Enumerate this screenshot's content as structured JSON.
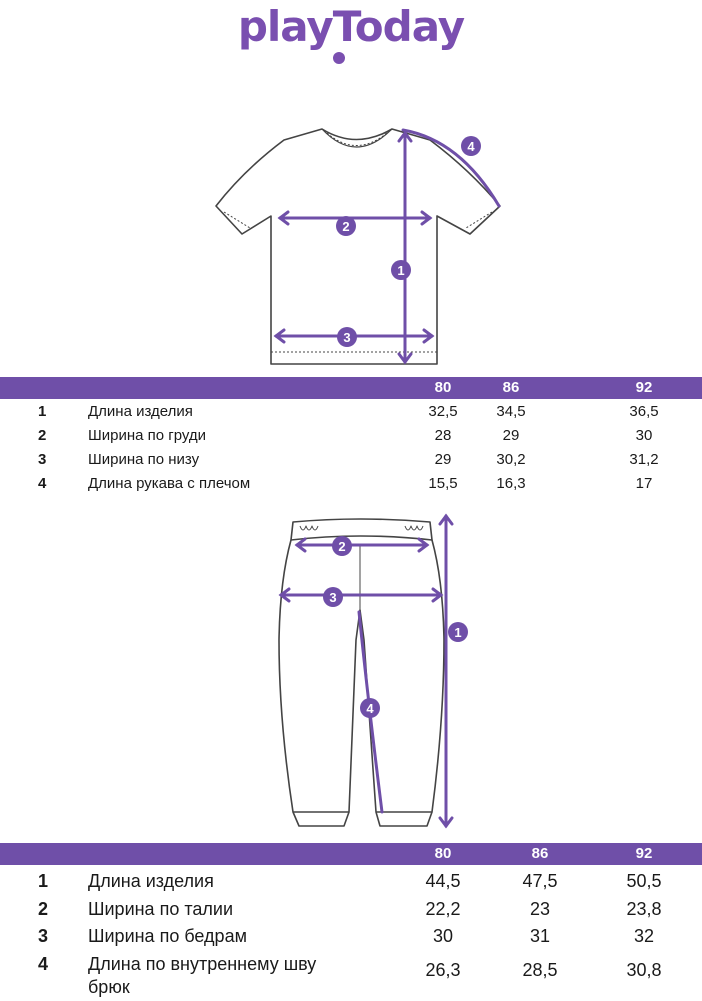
{
  "brand": {
    "name": "playToday",
    "accent": "#6f4fa8"
  },
  "tshirt_table": {
    "sizes": [
      "80",
      "86",
      "92"
    ],
    "rows": [
      {
        "num": "1",
        "label": "Длина изделия",
        "values": [
          "32,5",
          "34,5",
          "36,5"
        ]
      },
      {
        "num": "2",
        "label": "Ширина по груди",
        "values": [
          "28",
          "29",
          "30"
        ]
      },
      {
        "num": "3",
        "label": "Ширина по низу",
        "values": [
          "29",
          "30,2",
          "31,2"
        ]
      },
      {
        "num": "4",
        "label": "Длина рукава с плечом",
        "values": [
          "15,5",
          "16,3",
          "17"
        ]
      }
    ]
  },
  "pants_table": {
    "sizes": [
      "80",
      "86",
      "92"
    ],
    "rows": [
      {
        "num": "1",
        "label": "Длина изделия",
        "values": [
          "44,5",
          "47,5",
          "50,5"
        ]
      },
      {
        "num": "2",
        "label": "Ширина по талии",
        "values": [
          "22,2",
          "23",
          "23,8"
        ]
      },
      {
        "num": "3",
        "label": "Ширина по бедрам",
        "values": [
          "30",
          "31",
          "32"
        ]
      },
      {
        "num": "4",
        "label": "Длина по внутреннему шву",
        "label2": "брюк",
        "values": [
          "26,3",
          "28,5",
          "30,8"
        ]
      }
    ]
  },
  "markers": {
    "m1": "1",
    "m2": "2",
    "m3": "3",
    "m4": "4"
  }
}
